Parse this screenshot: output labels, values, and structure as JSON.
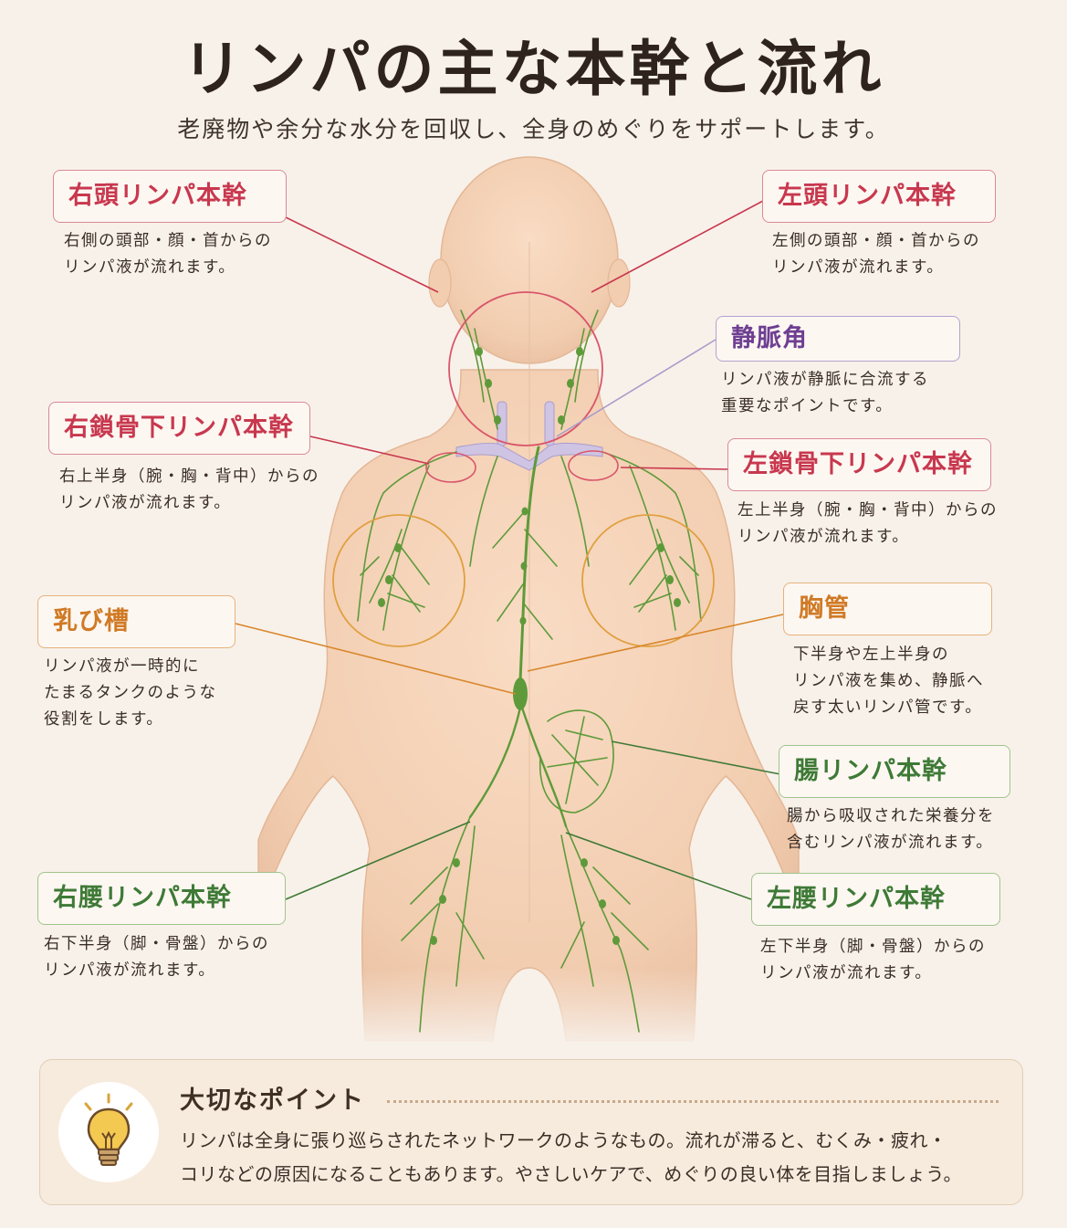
{
  "title": "リンパの主な本幹と流れ",
  "subtitle": "老廃物や余分な水分を回収し、全身のめぐりをサポートします。",
  "labels": {
    "right_head": {
      "name": "右頭リンパ本幹",
      "desc": [
        "右側の頭部・顔・首からの",
        "リンパ液が流れます。"
      ],
      "color": "#c8384e"
    },
    "left_head": {
      "name": "左頭リンパ本幹",
      "desc": [
        "左側の頭部・顔・首からの",
        "リンパ液が流れます。"
      ],
      "color": "#c8384e"
    },
    "venous_angle": {
      "name": "静脈角",
      "desc": [
        "リンパ液が静脈に合流する",
        "重要なポイントです。"
      ],
      "color": "#6e3f92"
    },
    "right_subclavian": {
      "name": "右鎖骨下リンパ本幹",
      "desc": [
        "右上半身（腕・胸・背中）からの",
        "リンパ液が流れます。"
      ],
      "color": "#c8384e"
    },
    "left_subclavian": {
      "name": "左鎖骨下リンパ本幹",
      "desc": [
        "左上半身（腕・胸・背中）からの",
        "リンパ液が流れます。"
      ],
      "color": "#c8384e"
    },
    "cisterna_chyli": {
      "name": "乳び槽",
      "desc": [
        "リンパ液が一時的に",
        "たまるタンクのような",
        "役割をします。"
      ],
      "color": "#d07a25"
    },
    "thoracic_duct": {
      "name": "胸管",
      "desc": [
        "下半身や左上半身の",
        "リンパ液を集め、静脈へ",
        "戻す太いリンパ管です。"
      ],
      "color": "#d07a25"
    },
    "intestinal": {
      "name": "腸リンパ本幹",
      "desc": [
        "腸から吸収された栄養分を",
        "含むリンパ液が流れます。"
      ],
      "color": "#3e7a36"
    },
    "right_lumbar": {
      "name": "右腰リンパ本幹",
      "desc": [
        "右下半身（脚・骨盤）からの",
        "リンパ液が流れます。"
      ],
      "color": "#3e7a36"
    },
    "left_lumbar": {
      "name": "左腰リンパ本幹",
      "desc": [
        "左下半身（脚・骨盤）からの",
        "リンパ液が流れます。"
      ],
      "color": "#3e7a36"
    }
  },
  "note": {
    "title": "大切なポイント",
    "body": [
      "リンパは全身に張り巡らされたネットワークのようなもの。流れが滞ると、むくみ・疲れ・",
      "コリなどの原因になることもあります。やさしいケアで、めぐりの良い体を目指しましょう。"
    ],
    "icon": "lightbulb-icon"
  },
  "colors": {
    "background": "#f8f1ea",
    "skin": "#f4d2b6",
    "lymph": "#5e9a3a",
    "red": "#c8384e",
    "purple": "#6e3f92",
    "orange": "#d07a25",
    "green": "#3e7a36"
  }
}
